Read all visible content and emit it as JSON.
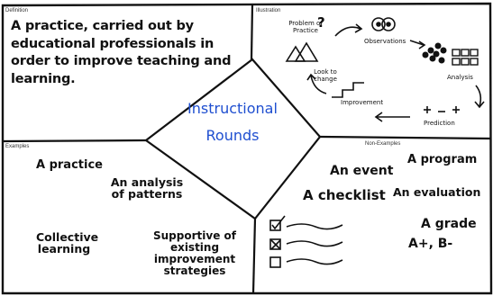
{
  "quadrants": {
    "definition": {
      "label": "Definition",
      "text": "A practice, carried out by educational professionals in order to improve teaching and learning."
    },
    "illustration": {
      "label": "Illustration",
      "steps": {
        "problem": "Problem of Practice",
        "observations": "Observations",
        "analysis": "Analysis",
        "prediction": "Prediction",
        "improvement": "Improvement",
        "look_to_change": "Look to change"
      }
    },
    "examples": {
      "label": "Examples",
      "items": [
        "A practice",
        "An analysis of patterns",
        "Collective learning",
        "Supportive of existing improvement strategies"
      ]
    },
    "non_examples": {
      "label": "Non-Examples",
      "items": [
        "An event",
        "A program",
        "A checklist",
        "An evaluation",
        "A grade",
        "A+, B-"
      ]
    }
  },
  "center": {
    "line1": "Instructional",
    "line2": "Rounds"
  }
}
